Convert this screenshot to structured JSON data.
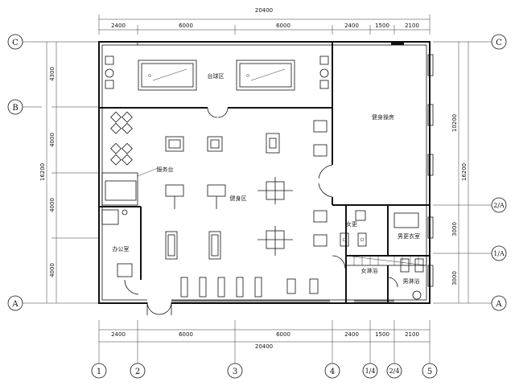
{
  "dims": {
    "top_total": "20400",
    "top_segments": [
      "2400",
      "6000",
      "6000",
      "2400",
      "1500",
      "2100"
    ],
    "bottom_total": "20400",
    "bottom_segments": [
      "2400",
      "6000",
      "6000",
      "2400",
      "1500",
      "2100"
    ],
    "left_total": "16200",
    "left_segments": [
      "4300",
      "4000",
      "4000",
      "4000"
    ],
    "right_total": "16200",
    "right_segments": [
      "10200",
      "3000",
      "3000"
    ]
  },
  "axes": {
    "bottom": [
      "1",
      "2",
      "3",
      "4",
      "1/4",
      "2/4",
      "5"
    ],
    "left": [
      "C",
      "B",
      "A"
    ],
    "right": [
      "C",
      "2/A",
      "1/A",
      "A"
    ]
  },
  "rooms": {
    "billiards": "台球区",
    "aerobics": "健身操房",
    "fitness": "健身区",
    "reception": "服务台",
    "office": "办公室",
    "female_changing": "女更",
    "male_changing": "男更衣室",
    "female_shower": "女淋浴",
    "male_shower": "男淋浴"
  }
}
